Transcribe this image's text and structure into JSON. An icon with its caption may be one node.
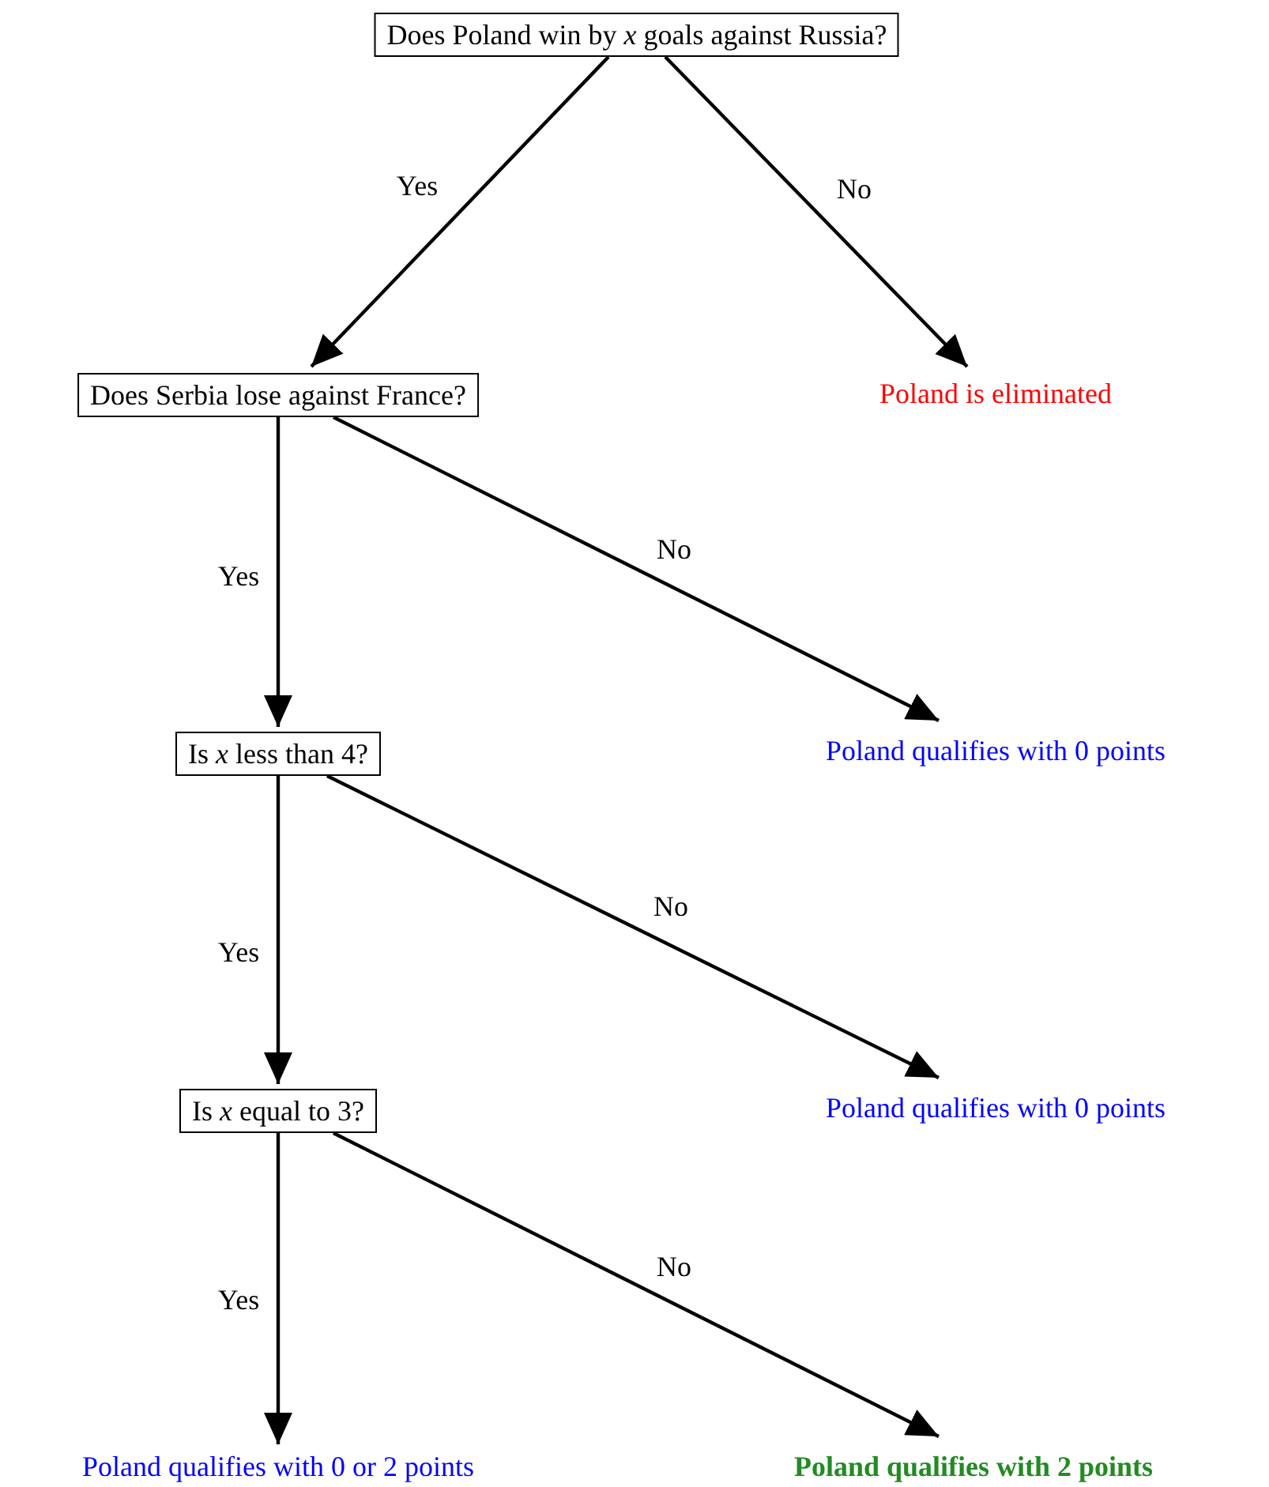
{
  "diagram": {
    "nodes": [
      {
        "text": [
          "Does Poland win by *x* goals against Russia?"
        ]
      },
      {
        "text": [
          "Poland is eliminated"
        ]
      },
      {
        "text": [
          "Does Serbia lose against France?"
        ]
      },
      {
        "text": [
          "Poland qualifies with 0 points"
        ]
      },
      {
        "text": [
          "Is *x* less than 4?"
        ]
      },
      {
        "text": [
          "Poland qualifies with 0 points"
        ]
      },
      {
        "text": [
          "Is *x* equal to 3?"
        ]
      },
      {
        "text": [
          "Poland qualifies with 0 or 2 points"
        ]
      },
      {
        "text": [
          "Poland qualifies with 2 points"
        ]
      }
    ],
    "edges": [
      {
        "from": 0,
        "to": 2,
        "arrow": "to",
        "label": "Yes"
      },
      {
        "from": 0,
        "to": 1,
        "arrow": "to",
        "label": "No"
      },
      {
        "from": 2,
        "to": 4,
        "arrow": "to",
        "label": "Yes"
      },
      {
        "from": 2,
        "to": 3,
        "arrow": "to",
        "label": "No"
      },
      {
        "from": 4,
        "to": 6,
        "arrow": "to",
        "label": "Yes"
      },
      {
        "from": 4,
        "to": 5,
        "arrow": "to",
        "label": "No"
      },
      {
        "from": 6,
        "to": 7,
        "arrow": "to",
        "label": "Yes"
      },
      {
        "from": 6,
        "to": 8,
        "arrow": "to",
        "label": "No"
      }
    ]
  }
}
